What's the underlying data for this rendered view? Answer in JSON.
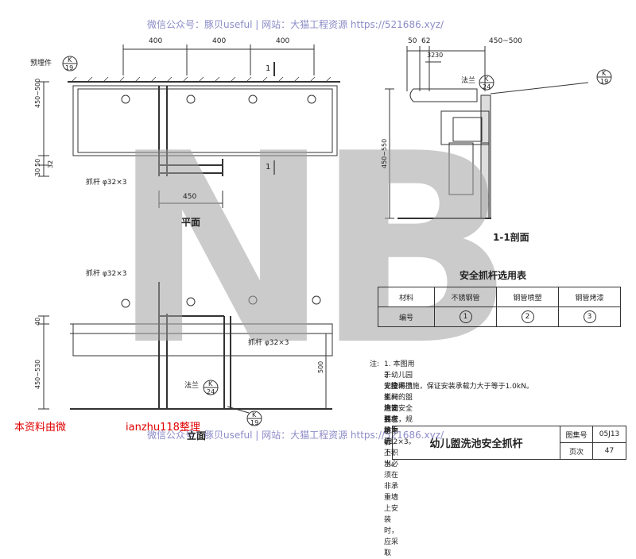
{
  "watermark": {
    "text": "微信公众号：豚贝useful | 网站：大猫工程资源 https://521686.xyz/",
    "big_letters": "NB",
    "red_left": "本资料由微",
    "red_right": "ianzhu118整理"
  },
  "plan": {
    "dims": [
      "400",
      "400",
      "400"
    ],
    "embed_label": "预埋件",
    "ref_top": "K",
    "ref_bottom": "19",
    "side_dims": [
      "450~500",
      "50",
      "30",
      "32"
    ],
    "section_mark": "1",
    "bar_label": "抓杆 φ32×3",
    "dim_450": "450",
    "title": "平面"
  },
  "section": {
    "dims": [
      "50",
      "62",
      "450~500"
    ],
    "sub_dims": [
      "32",
      "30"
    ],
    "flange_label": "法兰",
    "flange_ref_top": "K",
    "flange_ref_bottom": "24",
    "wall_ref_top": "K",
    "wall_ref_bottom": "19",
    "height_dim": "450~550",
    "title": "1-1剖面"
  },
  "elevation": {
    "bar_label_top": "抓杆 φ32×3",
    "bar_label_right": "抓杆 φ32×3",
    "dims_left": [
      "40",
      "450~530"
    ],
    "dim_right": "500",
    "flange_label": "法兰",
    "flange_ref_top": "K",
    "flange_ref_bottom": "24",
    "wall_ref_top": "K",
    "wall_ref_bottom": "19",
    "title": "立面"
  },
  "selection_table": {
    "title": "安全抓杆选用表",
    "row_headers": [
      "材料",
      "编号"
    ],
    "columns": [
      "不锈钢管",
      "钢管喷塑",
      "钢管烤漆"
    ],
    "numbers": [
      "1",
      "2",
      "3"
    ]
  },
  "notes": {
    "label": "注:",
    "items": [
      "1. 本图用于幼儿园无障碍卫生间的盥洗池安全抓杆，规格为 φ32×3。",
      "2. 安全抓杆应安装在承重墙上，当必须在非承重墙上安装时，应采取",
      "   技术措施，保证安装承载力大于等于1.0kN。",
      "3. 地面要求防滑、不积水。"
    ]
  },
  "title_block": {
    "title": "幼儿盥洗池安全抓杆",
    "atlas_label": "图集号",
    "atlas_no": "05J13",
    "page_label": "页次",
    "page_no": "47"
  }
}
